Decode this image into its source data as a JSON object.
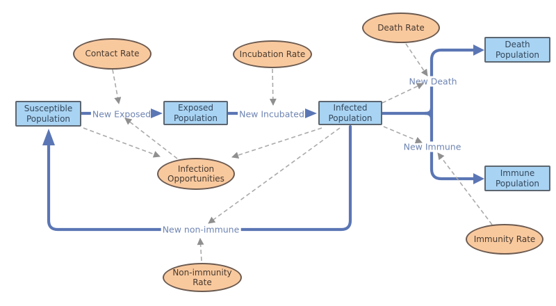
{
  "colors": {
    "stock_fill": "#a9d3f2",
    "stock_border": "#5c6670",
    "node_text": "#33475c",
    "ellipse_fill": "#f9c99e",
    "ellipse_border": "#6b5a50",
    "ellipse_text": "#46392f",
    "pipe_color": "#5b76b4",
    "flow_label": "#6e84b2",
    "connector": "#a9a9a9",
    "connector_arrow": "#8f8f8f",
    "canvas_bg": "#ffffff"
  },
  "nodes": {
    "susceptible": {
      "line1": "Susceptible",
      "line2": "Population"
    },
    "exposed": {
      "line1": "Exposed",
      "line2": "Population"
    },
    "infected": {
      "line1": "Infected",
      "line2": "Population"
    },
    "death": {
      "line1": "Death",
      "line2": "Population"
    },
    "immune": {
      "line1": "Immune",
      "line2": "Population"
    },
    "contact_rate": {
      "label": "Contact Rate"
    },
    "incubation_rate": {
      "label": "Incubation Rate"
    },
    "death_rate": {
      "label": "Death Rate"
    },
    "infection_opportunities": {
      "line1": "Infection",
      "line2": "Opportunities"
    },
    "immunity_rate": {
      "label": "Immunity Rate"
    },
    "non_immunity_rate": {
      "line1": "Non-immunity",
      "line2": "Rate"
    }
  },
  "flows": {
    "new_exposed": "New Exposed",
    "new_incubated": "New Incubated",
    "new_death": "New Death",
    "new_immune": "New Immune",
    "new_non_immune": "New non-immune"
  }
}
